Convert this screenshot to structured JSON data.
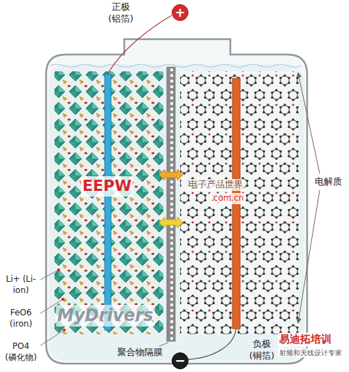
{
  "diagram": {
    "nodes": [
      {
        "text": [
          "+"
        ]
      },
      {
        "text": [
          "−"
        ]
      }
    ],
    "labels": [
      "正极 (铝箔)",
      "电解质",
      "EEPW",
      "电子产品世界",
      ".com.cn",
      "Li+ (Li-ion)",
      "FeO6 (iron)",
      "PO4 (磷化物)",
      "MyDrivers",
      "聚合物隔膜",
      "负极 (铜箔)",
      "易迪拓培训",
      "射频和天线设计专家"
    ]
  }
}
